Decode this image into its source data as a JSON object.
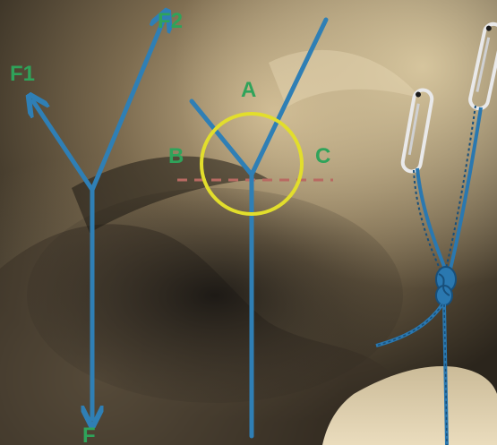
{
  "labels": {
    "f1": "F1",
    "f2": "F2",
    "f": "F",
    "a": "A",
    "b": "B",
    "c": "C"
  },
  "colors": {
    "vector": "#2f7fb5",
    "label": "#2fa35a",
    "circle": "#e2de2c",
    "dashed": "#b86a62",
    "rope": "#2a78b0",
    "rope_dark": "#184f7a",
    "carabiner": "#e9e9ea",
    "rock_light": "#d6c7a3",
    "rock_dark": "#1f1b15"
  },
  "icons": {
    "carabiner_left": "carabiner-icon",
    "carabiner_right": "carabiner-icon",
    "knot": "figure-eight-knot-icon"
  }
}
